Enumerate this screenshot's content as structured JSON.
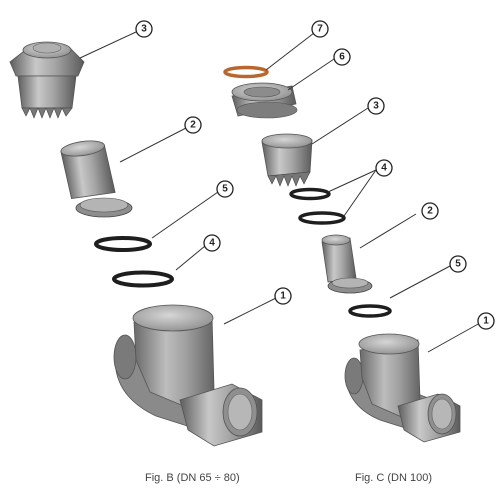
{
  "figure_b": {
    "caption": "Fig. B (DN 65 ÷ 80)",
    "callouts": [
      "3",
      "2",
      "5",
      "4",
      "1"
    ]
  },
  "figure_c": {
    "caption": "Fig. C (DN 100)",
    "callouts": [
      "7",
      "6",
      "3",
      "4",
      "2",
      "5",
      "1"
    ]
  },
  "colors": {
    "pvc_grey": "#9a9a9a",
    "pvc_dark": "#6e6e6e",
    "oring_black": "#1e1e1e",
    "oring_orange": "#b8682f"
  }
}
